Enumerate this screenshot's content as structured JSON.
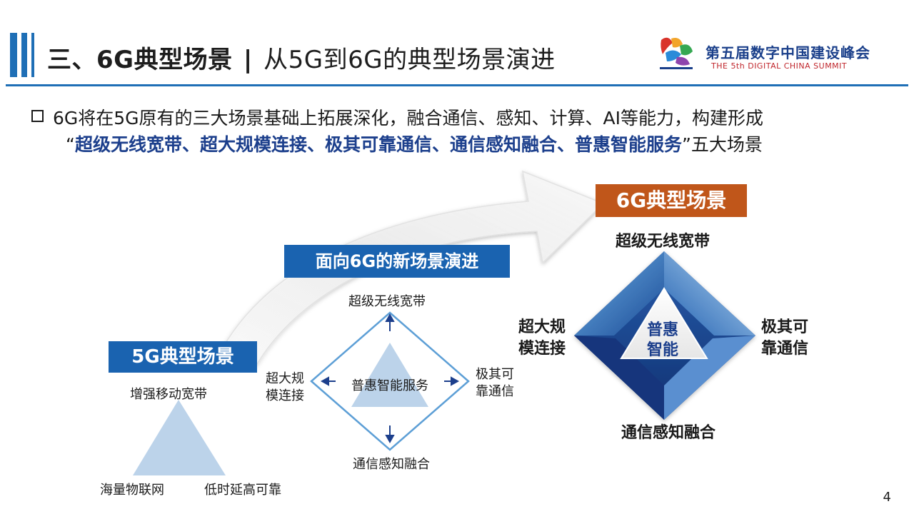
{
  "header": {
    "title_bold": "三、6G典型场景",
    "title_separator": "|",
    "title_rest": "从5G到6G的典型场景演进"
  },
  "logo": {
    "name_cn": "第五届数字中国建设峰会",
    "name_en": "THE 5th DIGITAL CHINA SUMMIT"
  },
  "bullet": {
    "line1": "6G将在5G原有的三大场景基础上拓展深化，融合通信、感知、计算、AI等能力，构建形成",
    "line2_open": "“",
    "line2_bold": "超级无线宽带、超大规模连接、极其可靠通信、通信感知融合、普惠智能服务",
    "line2_close": "”五大场景"
  },
  "stage_5g": {
    "label": "5G典型场景",
    "top": "增强移动宽带",
    "left": "海量物联网",
    "right": "低时延高可靠"
  },
  "stage_mid": {
    "label": "面向6G的新场景演进",
    "top": "超级无线宽带",
    "left_line1": "超大规",
    "left_line2": "模连接",
    "right_line1": "极其可",
    "right_line2": "靠通信",
    "center": "普惠智能服务",
    "bottom": "通信感知融合"
  },
  "stage_6g": {
    "label": "6G典型场景",
    "top": "超级无线宽带",
    "left_line1": "超大规",
    "left_line2": "模连接",
    "right_line1": "极其可",
    "right_line2": "靠通信",
    "center_line1": "普惠",
    "center_line2": "智能",
    "bottom": "通信感知融合"
  },
  "page_number": "4",
  "colors": {
    "accent_blue": "#1a63b0",
    "accent_orange": "#c0561a",
    "dark_navy": "#1c3f8c",
    "triangle_fill": "#bcd3ea"
  }
}
